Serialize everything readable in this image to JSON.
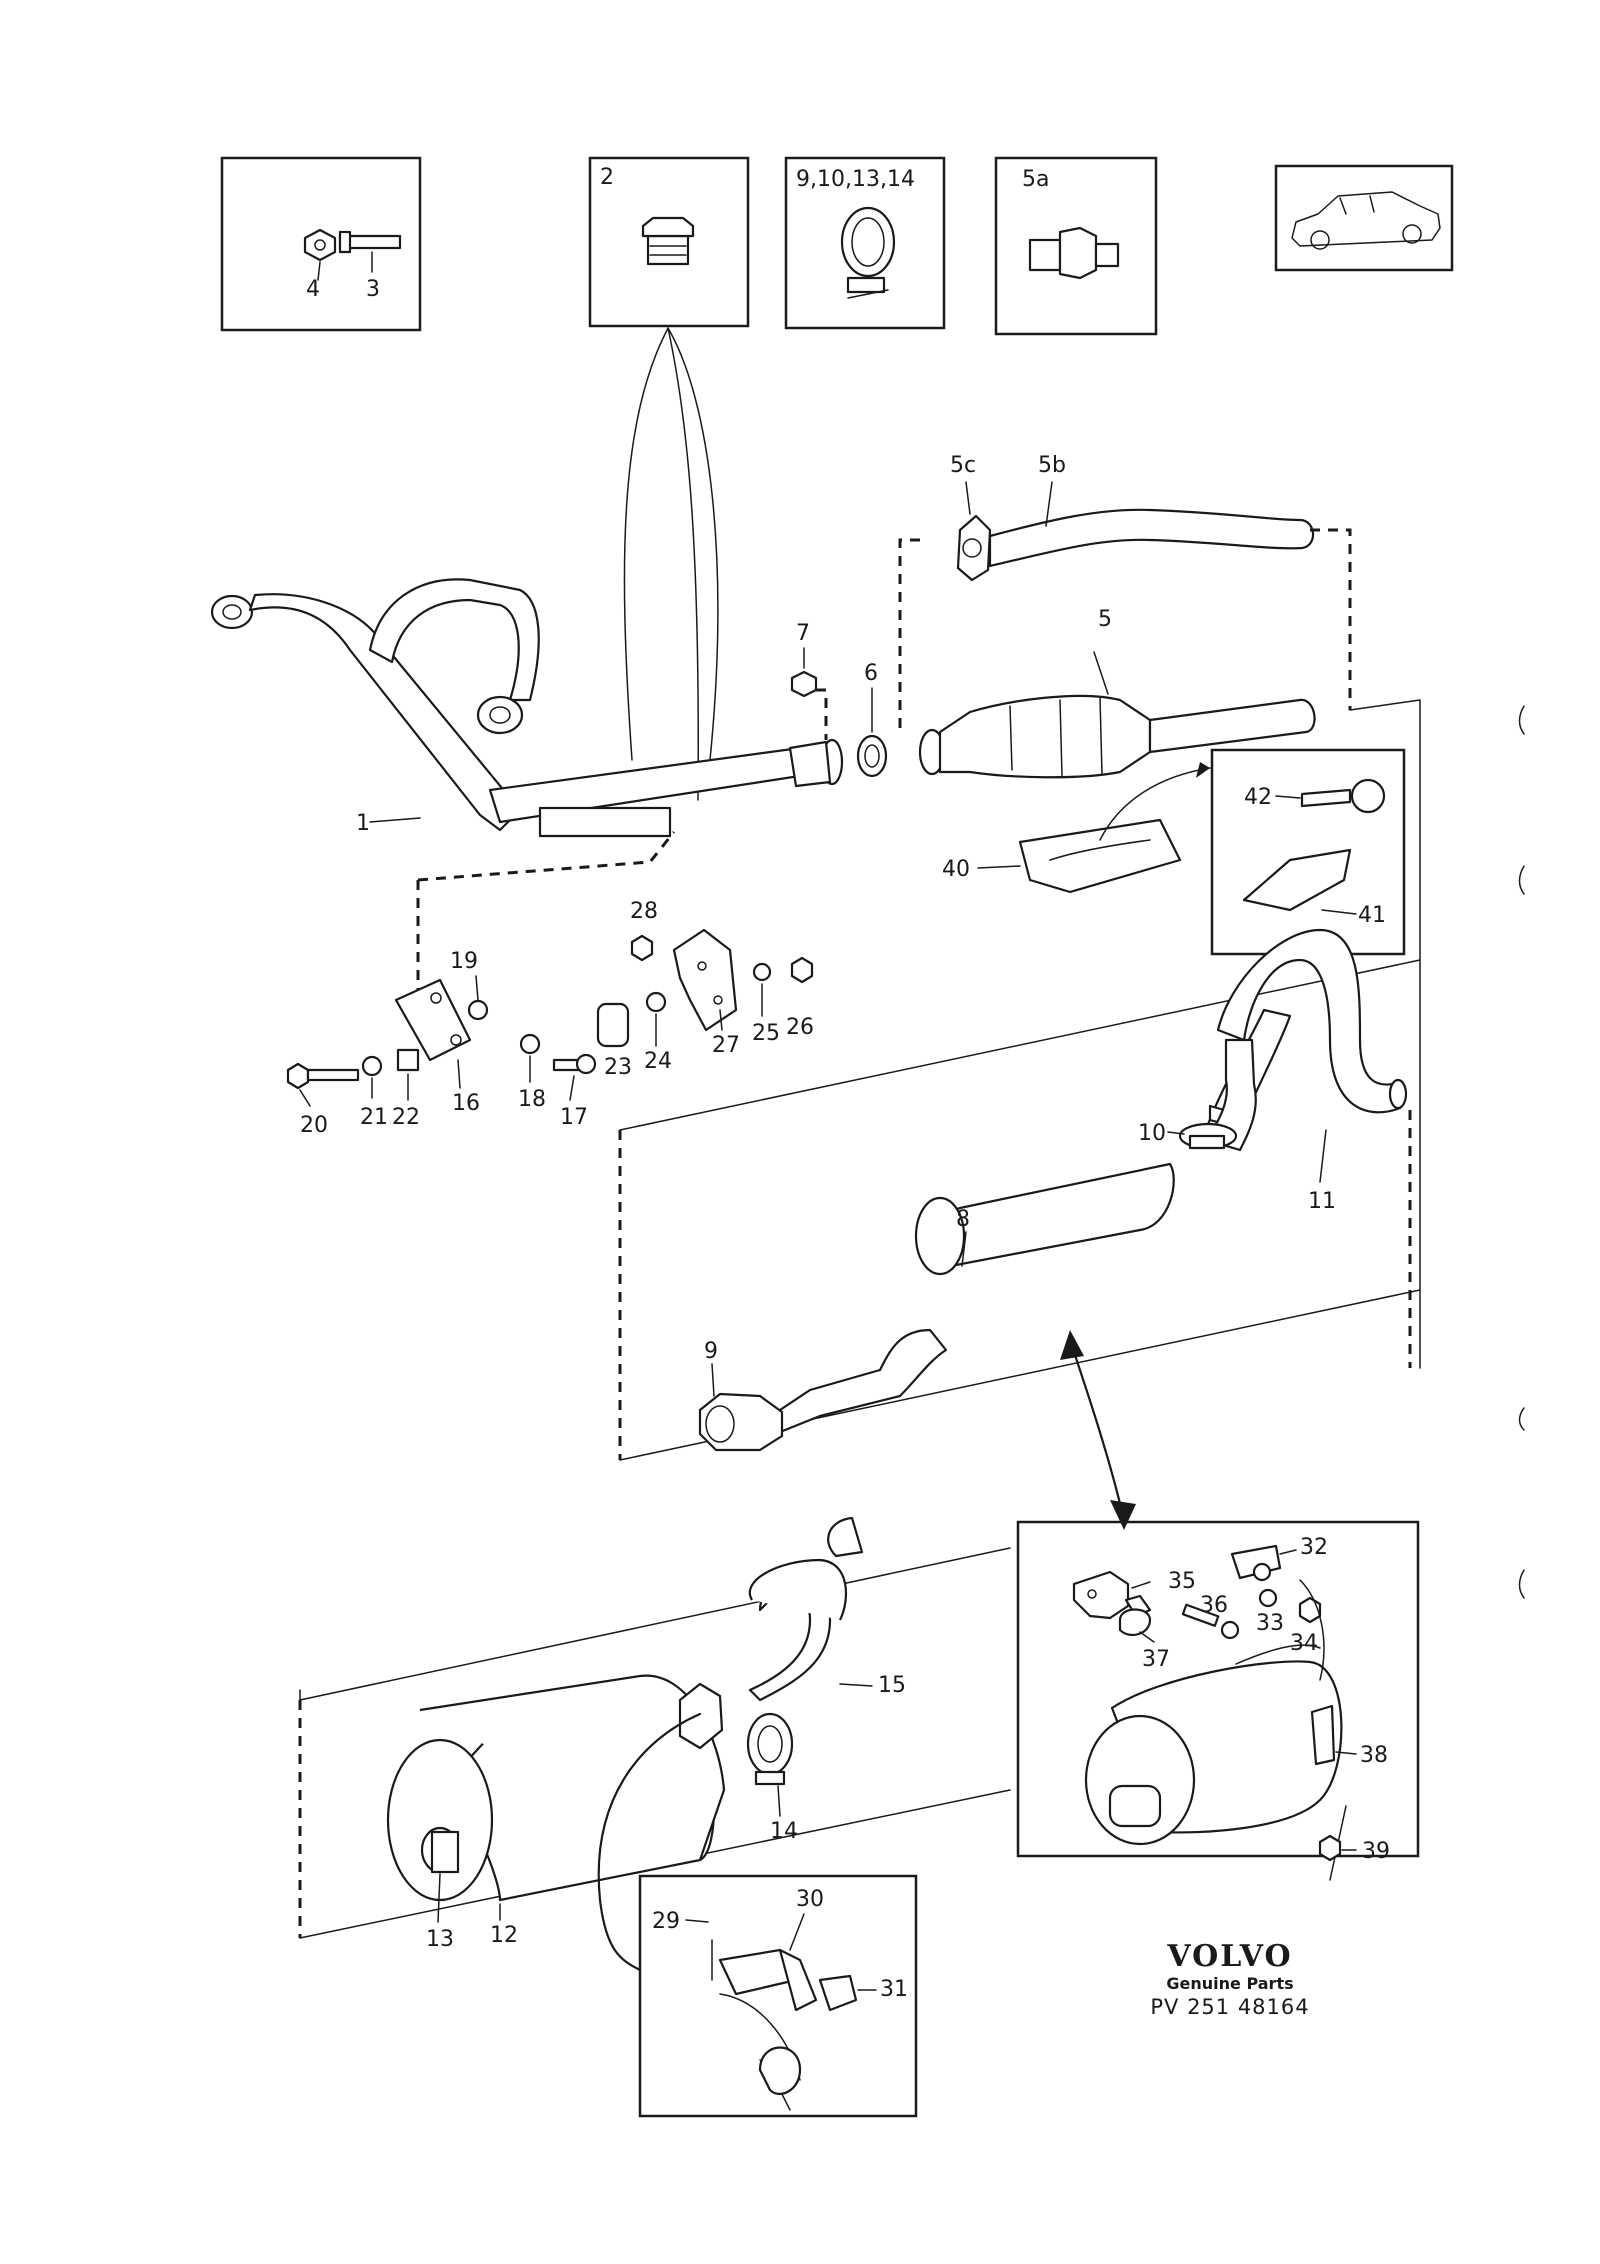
{
  "brand": {
    "logo": "VOLVO",
    "subtitle": "Genuine Parts",
    "reference": "PV 251 48164"
  },
  "inset_titles": {
    "box_2": "2",
    "box_clamps": "9,10,13,14",
    "box_5a": "5a"
  },
  "callouts": {
    "p1": "1",
    "p3": "3",
    "p4": "4",
    "p5": "5",
    "p5b": "5b",
    "p5c": "5c",
    "p6": "6",
    "p7": "7",
    "p8": "8",
    "p9": "9",
    "p10": "10",
    "p11": "11",
    "p12": "12",
    "p13": "13",
    "p14": "14",
    "p15": "15",
    "p16": "16",
    "p17": "17",
    "p18": "18",
    "p19": "19",
    "p20": "20",
    "p21": "21",
    "p22": "22",
    "p23": "23",
    "p24": "24",
    "p25": "25",
    "p26": "26",
    "p27": "27",
    "p28": "28",
    "p29": "29",
    "p30": "30",
    "p31": "31",
    "p32": "32",
    "p33": "33",
    "p34": "34",
    "p35": "35",
    "p36": "36",
    "p37": "37",
    "p38": "38",
    "p39": "39",
    "p40": "40",
    "p41": "41",
    "p42": "42"
  },
  "colors": {
    "ink": "#1a1a1a",
    "paper": "#ffffff"
  }
}
